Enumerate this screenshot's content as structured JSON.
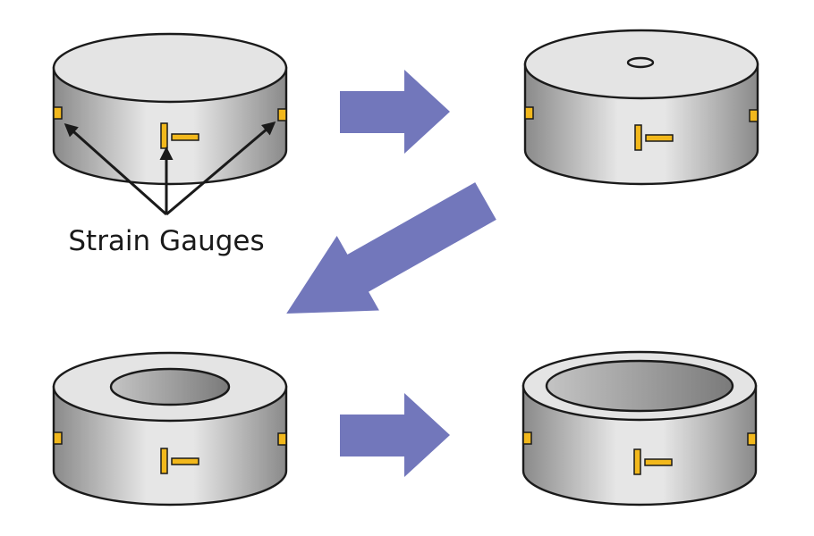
{
  "caption": "Strain Gauges",
  "colors": {
    "arrow": "#7277bb",
    "gauge": "#f2b81c",
    "outline": "#1a1a1a",
    "top_face": "#e4e4e4",
    "side_light": "#e6e6e6",
    "side_dark": "#8a8a8a"
  },
  "stages": [
    {
      "step": 1,
      "shape": "solid-cylinder",
      "hole": "none"
    },
    {
      "step": 2,
      "shape": "cylinder-with-small-center-hole",
      "hole": "small"
    },
    {
      "step": 3,
      "shape": "ring-medium-bore",
      "hole": "medium"
    },
    {
      "step": 4,
      "shape": "thin-wall-ring",
      "hole": "large"
    }
  ],
  "flow": [
    "step-1-to-step-2",
    "step-2-to-step-3",
    "step-3-to-step-4"
  ]
}
